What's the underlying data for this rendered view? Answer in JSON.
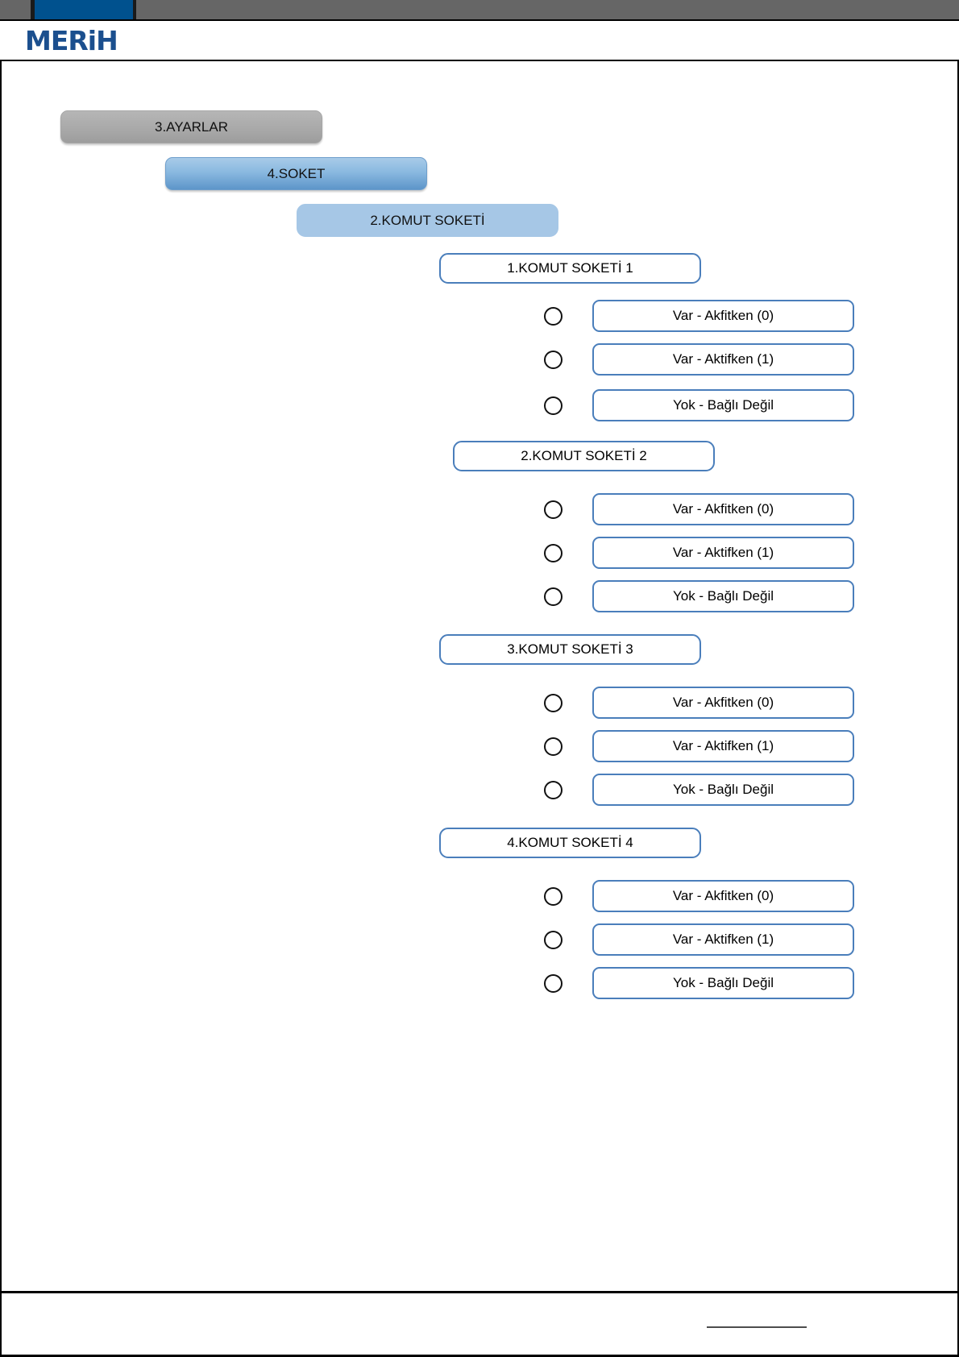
{
  "document": {
    "brand": "MERiH",
    "top_band": {
      "gray_color": "#666666",
      "blue_color": "#00518e"
    }
  },
  "breadcrumb_buttons": [
    {
      "label": "3.AYARLAR",
      "style": "gray-gradient"
    },
    {
      "label": "4.SOKET",
      "style": "blue-gradient"
    },
    {
      "label": "2.KOMUT SOKETİ",
      "style": "blue-flat"
    }
  ],
  "groups": [
    {
      "title": "1.KOMUT SOKETİ 1",
      "options": [
        {
          "label": "Var - Akfitken (0)",
          "selected": false
        },
        {
          "label": "Var - Aktifken (1)",
          "selected": false
        },
        {
          "label": "Yok - Bağlı Değil",
          "selected": false
        }
      ]
    },
    {
      "title": "2.KOMUT SOKETİ 2",
      "options": [
        {
          "label": "Var - Akfitken (0)",
          "selected": false
        },
        {
          "label": "Var - Aktifken (1)",
          "selected": false
        },
        {
          "label": "Yok - Bağlı Değil",
          "selected": false
        }
      ]
    },
    {
      "title": "3.KOMUT SOKETİ 3",
      "options": [
        {
          "label": "Var - Akfitken (0)",
          "selected": false
        },
        {
          "label": "Var - Aktifken (1)",
          "selected": false
        },
        {
          "label": "Yok - Bağlı Değil",
          "selected": false
        }
      ]
    },
    {
      "title": "4.KOMUT SOKETİ 4",
      "options": [
        {
          "label": "Var - Akfitken (0)",
          "selected": false
        },
        {
          "label": "Var - Aktifken (1)",
          "selected": false
        },
        {
          "label": "Yok - Bağlı Değil",
          "selected": false
        }
      ]
    }
  ],
  "colors": {
    "accent_blue": "#4a7ebb",
    "brand_blue": "#1b4f8e",
    "nav_flat_blue": "#a6c7e6"
  }
}
